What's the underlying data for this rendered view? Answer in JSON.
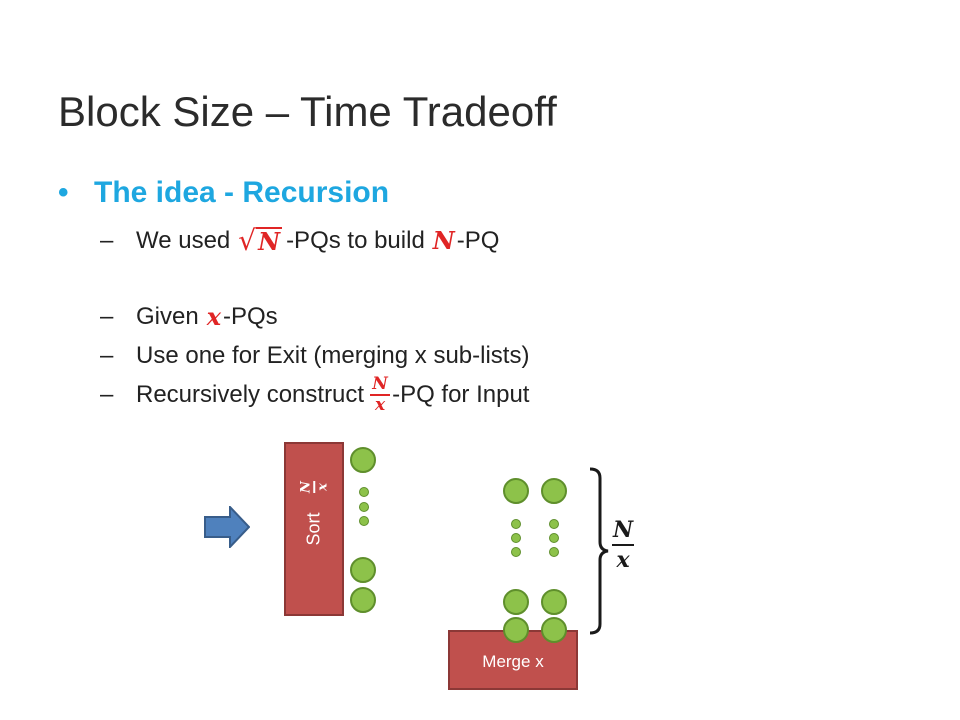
{
  "slide": {
    "title": "Block Size – Time Tradeoff",
    "heading": "The idea - Recursion",
    "bullet_symbol": "•",
    "dash_symbol": "–",
    "lines": [
      {
        "pre": "We used",
        "math_sqrt_radical": "√",
        "math_sqrt_var": "N",
        "mid": "-PQs to build",
        "math_var": "N",
        "post": "-PQ"
      },
      {
        "pre": "Given",
        "math_var": "x",
        "post": "-PQs"
      },
      {
        "text": "Use one for Exit (merging x sub-lists)"
      },
      {
        "pre": "Recursively construct",
        "frac_num": "N",
        "frac_den": "x",
        "post": "-PQ for Input"
      }
    ]
  },
  "diagram": {
    "sort_label": "Sort",
    "sort_frac_num": "N",
    "sort_frac_den": "x",
    "merge_label": "Merge x",
    "brace_frac_num": "N",
    "brace_frac_den": "x",
    "colors": {
      "box_fill": "#c0504d",
      "circle_fill": "#8dc24a",
      "arrow_fill": "#4f81bd",
      "heading": "#1ea7e0",
      "math": "#e02525"
    }
  }
}
